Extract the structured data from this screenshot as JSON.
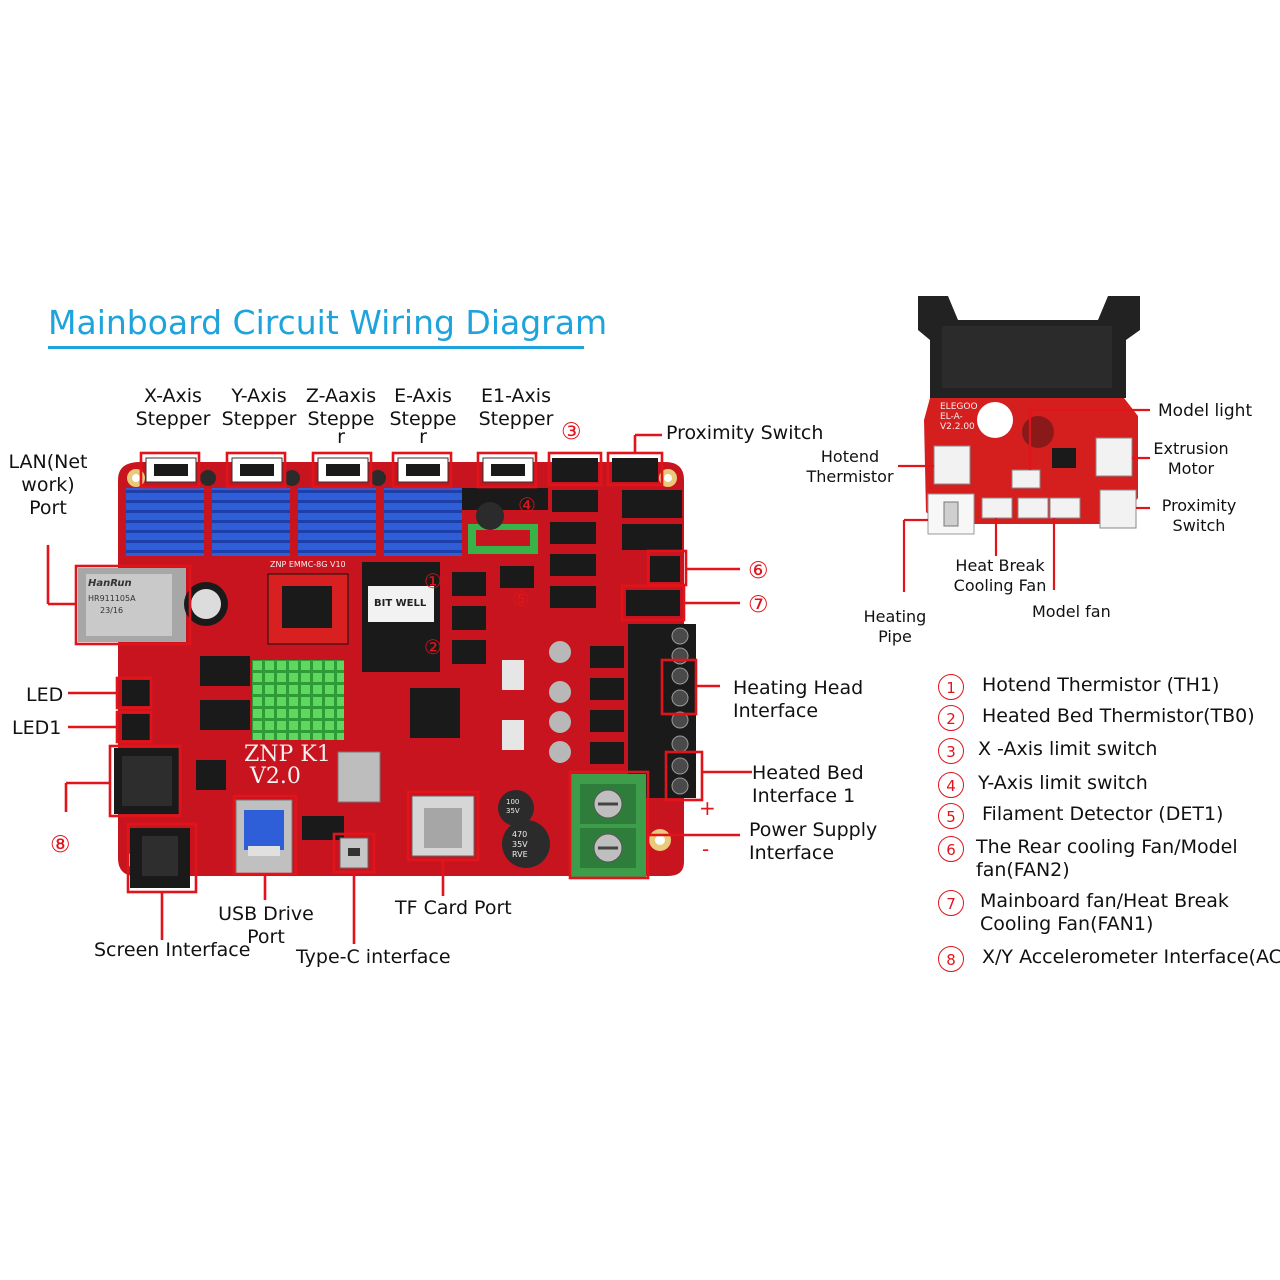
{
  "title": "Mainboard Circuit Wiring Diagram",
  "board": {
    "model_text": "ZNP K1",
    "version_text": "V2.0",
    "emmc_text": "ZNP EMMC-8G V10",
    "lan_jack_text": "HanRun",
    "lan_jack_part": "HR911105A",
    "lan_jack_date": "23/16",
    "capacitor_text": "BIT WELL",
    "capacitor_small": "470",
    "capacitor_small2": "35V",
    "capacitor_small3": "RVE",
    "capacitor_100": "100",
    "capacitor_35v": "35V",
    "silk_plus": "+",
    "silk_minus": "-"
  },
  "adapter": {
    "silk_line1": "ELEGOO",
    "silk_line2": "EL-A-",
    "silk_line3": "V2.2.00"
  },
  "callouts": {
    "x_axis": [
      "X-Axis",
      "Stepper"
    ],
    "y_axis": [
      "Y-Axis",
      "Stepper"
    ],
    "z_axis": [
      "Z-Aaxis",
      "Steppe",
      "r"
    ],
    "e_axis": [
      "E-Axis",
      "Steppe",
      "r"
    ],
    "e1_axis": [
      "E1-Axis",
      "Stepper"
    ],
    "proximity_switch": "Proximity Switch",
    "lan": [
      "LAN(Net",
      "work)",
      "Port"
    ],
    "led": "LED",
    "led1": "LED1",
    "heating_head": [
      "Heating Head",
      "Interface"
    ],
    "heated_bed": [
      "Heated Bed",
      "Interface 1"
    ],
    "power_supply": [
      "Power Supply",
      "Interface"
    ],
    "screen": "Screen Interface",
    "usb": [
      "USB Drive",
      "Port"
    ],
    "typec": "Type-C interface",
    "tf": "TF Card Port",
    "plus": "+",
    "minus": "-",
    "n3": "③",
    "n4": "④",
    "n6": "⑥",
    "n7": "⑦",
    "n8": "⑧",
    "n1": "①",
    "n2": "②",
    "n5": "⑤"
  },
  "adapter_callouts": {
    "model_light": "Model light",
    "hotend_thermistor": [
      "Hotend",
      "Thermistor"
    ],
    "extrusion_motor": [
      "Extrusion",
      "Motor"
    ],
    "proximity_switch": [
      "Proximity",
      "Switch"
    ],
    "heat_break_fan": [
      "Heat Break",
      "Cooling Fan"
    ],
    "heating_pipe": [
      "Heating",
      "Pipe"
    ],
    "model_fan": "Model fan"
  },
  "legend": [
    {
      "num": "1",
      "text": "Hotend Thermistor (TH1)"
    },
    {
      "num": "2",
      "text": "Heated Bed Thermistor(TB0)"
    },
    {
      "num": "3",
      "text": "X -Axis limit switch"
    },
    {
      "num": "4",
      "text": "Y-Axis limit switch"
    },
    {
      "num": "5",
      "text": "Filament Detector (DET1)"
    },
    {
      "num": "6",
      "text": "The Rear cooling Fan/Model",
      "text2": "fan(FAN2)"
    },
    {
      "num": "7",
      "text": "Mainboard fan/Heat Break",
      "text2": "Cooling Fan(FAN1)"
    },
    {
      "num": "8",
      "text": "X/Y Accelerometer Interface(AC)"
    }
  ],
  "colors": {
    "title": "#1fa3dc",
    "board_red": "#c8141e",
    "callout_red": "#e1141b",
    "heatsink_blue": "#2f5fd8",
    "heatsink_green": "#3fc24a",
    "terminal_green": "#3d9d4a",
    "connector_black": "#1a1a1a"
  }
}
